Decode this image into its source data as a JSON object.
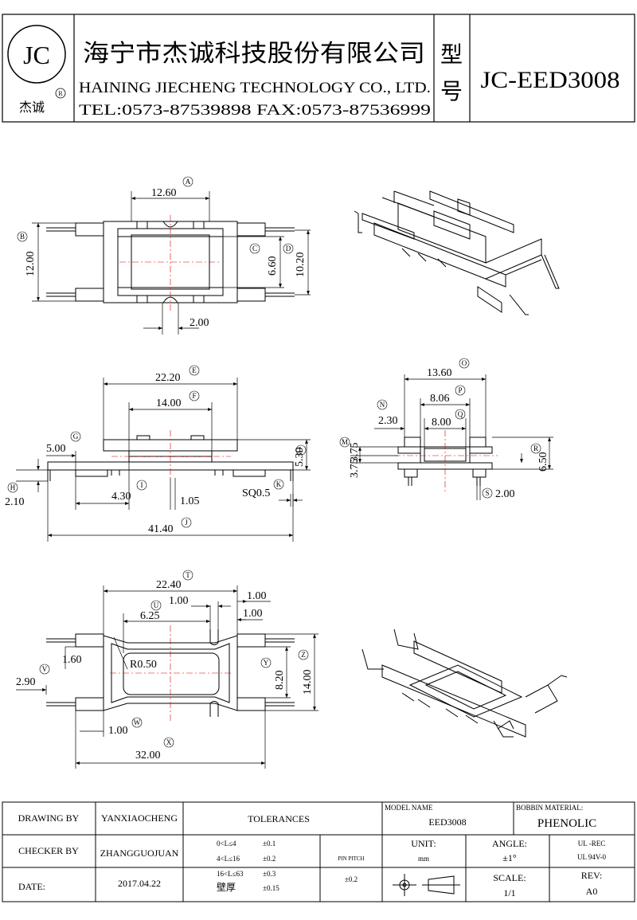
{
  "header": {
    "logo_text": "JC",
    "logo_caption": "杰诚",
    "logo_reg": "R",
    "company_cn": "海宁市杰诚科技股份有限公司",
    "company_en": "HAINING JIECHENG TECHNOLOGY CO., LTD.",
    "contact": "TEL:0573-87539898  FAX:0573-87536999",
    "type_label_1": "型",
    "type_label_2": "号",
    "model": "JC-EED3008"
  },
  "dims": {
    "A": {
      "tag": "A",
      "value": "12.60"
    },
    "B": {
      "tag": "B",
      "value": "12.00"
    },
    "C": {
      "tag": "C",
      "value": "6.60"
    },
    "D": {
      "tag": "D",
      "value": "10.20"
    },
    "pitch_top": {
      "value": "2.00"
    },
    "E": {
      "tag": "E",
      "value": "22.20"
    },
    "F": {
      "tag": "F",
      "value": "14.00"
    },
    "G": {
      "tag": "G",
      "value": "5.00"
    },
    "H": {
      "tag": "H",
      "value": "2.10"
    },
    "I": {
      "tag": "I",
      "value": "4.30"
    },
    "I2": {
      "value": "1.05"
    },
    "J": {
      "tag": "J",
      "value": "41.40"
    },
    "K": {
      "tag": "K",
      "value": "SQ0.5"
    },
    "L": {
      "tag": "L",
      "value": "5.30"
    },
    "M": {
      "tag": "M",
      "value": "3.75"
    },
    "M2": {
      "value": "3.75"
    },
    "N": {
      "tag": "N",
      "value": "2.30"
    },
    "O": {
      "tag": "O",
      "value": "13.60"
    },
    "P": {
      "tag": "P",
      "value": "8.06"
    },
    "Q": {
      "tag": "Q",
      "value": "8.00"
    },
    "R": {
      "tag": "R",
      "value": "6.50"
    },
    "S": {
      "tag": "S",
      "value": "2.00"
    },
    "T": {
      "tag": "T",
      "value": "22.40"
    },
    "U": {
      "tag": "U",
      "value": "6.25"
    },
    "U2": {
      "value": "1.00"
    },
    "T2": {
      "value": "1.00"
    },
    "T3": {
      "value": "1.00"
    },
    "V": {
      "tag": "V",
      "value": "2.90"
    },
    "V2": {
      "value": "1.60"
    },
    "R050": {
      "value": "R0.50"
    },
    "W": {
      "tag": "W",
      "value": "1.00"
    },
    "X": {
      "tag": "X",
      "value": "32.00"
    },
    "Y": {
      "tag": "Y",
      "value": "8.20"
    },
    "Z": {
      "tag": "Z",
      "value": "14.00"
    }
  },
  "title_block": {
    "drawing_by_label": "DRAWING BY",
    "drawing_by": "YANXIAOCHENG",
    "checker_by_label": "CHECKER BY",
    "checker_by": "ZHANGGUOJUAN",
    "date_label": "DATE:",
    "date": "2017.04.22",
    "tolerances_label": "TOLERANCES",
    "tol_rows": [
      {
        "range": "0<L≤4",
        "tol": "±0.1"
      },
      {
        "range": "4<L≤16",
        "tol": "±0.2"
      },
      {
        "range": "16<L≤63",
        "tol": "±0.3"
      },
      {
        "range": "壁厚",
        "tol": "±0.15"
      }
    ],
    "pin_pitch_label": "PIN PITCH",
    "pin_pitch": "±0.2",
    "model_name_label": "MODEL NAME",
    "model_name": "EED3008",
    "material_label": "BOBBIN MATERIAL:",
    "material": "PHENOLIC",
    "unit_label": "UNIT:",
    "unit": "mm",
    "angle_label": "ANGLE:",
    "angle": "±1°",
    "ul_1": "UL -REC",
    "ul_2": "UL 94V-0",
    "scale_label": "SCALE:",
    "scale": "1/1",
    "rev_label": "REV:",
    "rev": "A0"
  }
}
